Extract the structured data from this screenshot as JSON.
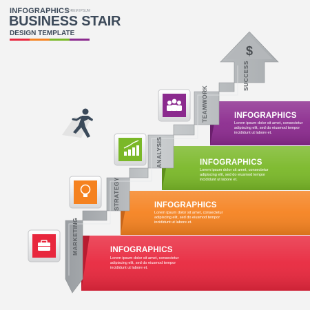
{
  "header": {
    "kicker": "INFOGRAPHICS",
    "lorem": "LOREM IPSUM",
    "title": "BUSINESS STAIR",
    "subtitle": "DESIGN TEMPLATE",
    "rule_colors": [
      "#e8273d",
      "#f58220",
      "#7ab828",
      "#8b2a8e"
    ]
  },
  "steps": [
    {
      "label": "MARKETING",
      "icon": "briefcase-icon",
      "color": "#e8273d",
      "title": "INFOGRAPHICS",
      "lines": [
        "Lorem ipsum dolor sit amet, consectetur",
        "adipiscing elit, sed do eiusmod tempor",
        "incididunt ut labore et."
      ]
    },
    {
      "label": "STRATEGY",
      "icon": "lightbulb-icon",
      "color": "#f58220",
      "title": "INFOGRAPHICS",
      "lines": [
        "Lorem ipsum dolor sit amet, consectetur",
        "adipiscing elit, sed do eiusmod tempor",
        "incididunt ut labore et."
      ]
    },
    {
      "label": "ANALYSIS",
      "icon": "bar-chart-icon",
      "color": "#7ab828",
      "title": "INFOGRAPHICS",
      "lines": [
        "Lorem ipsum dolor sit amet, consectetur",
        "adipiscing elit, sed do eiusmod tempor",
        "incididunt ut labore et."
      ]
    },
    {
      "label": "TEAMWORK",
      "icon": "team-icon",
      "color": "#8b2a8e",
      "title": "INFOGRAPHICS",
      "lines": [
        "Lorem ipsum dolor sit amet, consectetur",
        "adipiscing elit, sed do eiusmod tempor",
        "incididunt ut labore et."
      ]
    }
  ],
  "arrow": {
    "label": "SUCCESS",
    "symbol": "$",
    "icon": "dollar-icon"
  },
  "figure": {
    "icon": "running-man-icon"
  }
}
